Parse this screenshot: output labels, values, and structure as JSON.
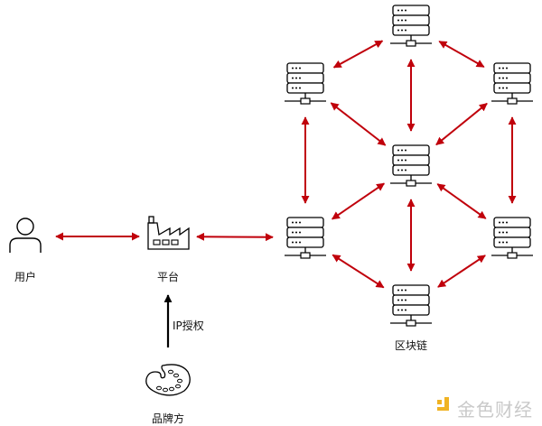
{
  "diagram": {
    "colors": {
      "arrow": "#c0000b",
      "ip_arrow": "#000000",
      "icon_stroke": "#000000",
      "watermark_logo": "#f0b323",
      "watermark_text": "#c9c9c9"
    },
    "nodes": {
      "user": {
        "label": "用户",
        "icon": "person-icon"
      },
      "platform": {
        "label": "平台",
        "icon": "factory-icon"
      },
      "brand": {
        "label": "品牌方",
        "icon": "palette-icon"
      },
      "blockchain": {
        "label": "区块链",
        "icon": "server-network"
      }
    },
    "servers": [
      {
        "id": "top",
        "icon": "server-icon"
      },
      {
        "id": "upper-left",
        "icon": "server-icon"
      },
      {
        "id": "upper-right",
        "icon": "server-icon"
      },
      {
        "id": "center",
        "icon": "server-icon"
      },
      {
        "id": "lower-left",
        "icon": "server-icon"
      },
      {
        "id": "lower-right",
        "icon": "server-icon"
      },
      {
        "id": "bottom",
        "icon": "server-icon"
      }
    ],
    "edges": [
      {
        "from": "user",
        "to": "platform",
        "type": "bidirectional"
      },
      {
        "from": "platform",
        "to": "lower-left",
        "type": "bidirectional"
      },
      {
        "from": "brand",
        "to": "platform",
        "type": "directed",
        "label": "IP授权"
      },
      {
        "from": "top",
        "to": "upper-left",
        "type": "bidirectional"
      },
      {
        "from": "top",
        "to": "upper-right",
        "type": "bidirectional"
      },
      {
        "from": "top",
        "to": "center",
        "type": "bidirectional"
      },
      {
        "from": "upper-left",
        "to": "center",
        "type": "bidirectional"
      },
      {
        "from": "upper-right",
        "to": "center",
        "type": "bidirectional"
      },
      {
        "from": "upper-left",
        "to": "lower-left",
        "type": "bidirectional"
      },
      {
        "from": "upper-right",
        "to": "lower-right",
        "type": "bidirectional"
      },
      {
        "from": "lower-left",
        "to": "center",
        "type": "bidirectional"
      },
      {
        "from": "lower-right",
        "to": "center",
        "type": "bidirectional"
      },
      {
        "from": "center",
        "to": "bottom",
        "type": "bidirectional"
      },
      {
        "from": "lower-left",
        "to": "bottom",
        "type": "bidirectional"
      },
      {
        "from": "lower-right",
        "to": "bottom",
        "type": "bidirectional"
      }
    ],
    "ip_label": "IP授权"
  },
  "watermark": {
    "text": "金色财经",
    "logo": "jinse-logo-icon"
  }
}
